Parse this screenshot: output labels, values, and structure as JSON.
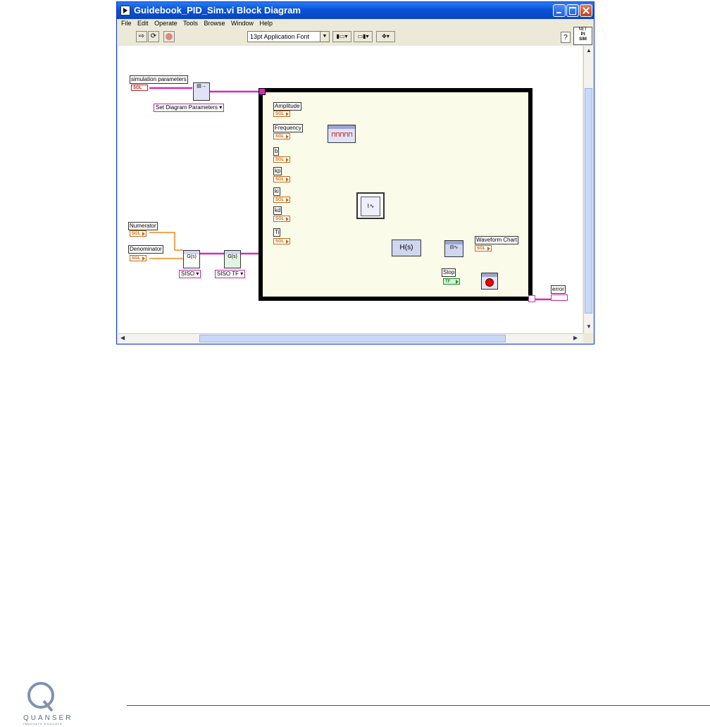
{
  "window": {
    "title": "Guidebook_PID_Sim.vi Block Diagram"
  },
  "menu": [
    "File",
    "Edit",
    "Operate",
    "Tools",
    "Browse",
    "Window",
    "Help"
  ],
  "toolbar": {
    "font": "13pt Application Font"
  },
  "vi_icon": {
    "line1": "NET",
    "line2": "PI",
    "line3": "SIM"
  },
  "diagram": {
    "simulation_parameters": "simulation parameters",
    "set_diagram_parameters": "Set Diagram Parameters",
    "numerator": "Numerator",
    "denominator": "Denominator",
    "siso": "SISO",
    "siso_tf": "SISO TF",
    "amplitude": "Amplitude",
    "frequency": "Frequency",
    "b": "b",
    "kp": "kp",
    "ki": "ki",
    "kd": "kd",
    "ti": "Ti",
    "transfer": "H(s)",
    "waveform_chart": "Waveform Chart",
    "stop": "Stop",
    "error": "error",
    "tf_glyph": "G(s)",
    "sgl": "SGL",
    "tf": "TF"
  },
  "footer": {
    "brand": "QUANSER",
    "tagline": "INNOVATE  EDUCATE"
  },
  "colors": {
    "wire_double": "#f08a1c",
    "wire_cluster": "#d12fb5",
    "wire_bool": "#1b8f2a",
    "loop": "#000000"
  }
}
